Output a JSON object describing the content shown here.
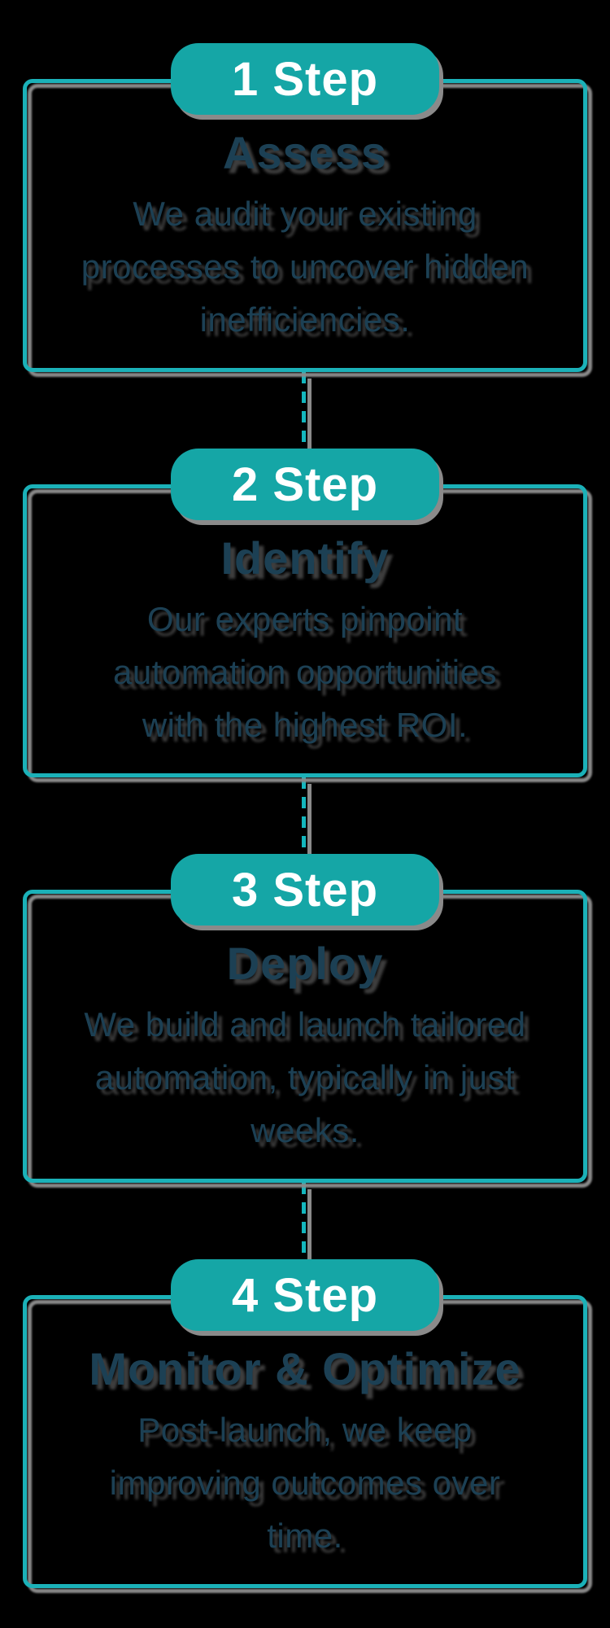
{
  "diagram": {
    "background_color": "#000000",
    "badge_fill_color": "#15A6A6",
    "badge_text_color": "#FFFFFF",
    "card_border_color": "#1BB1B8",
    "connector_color": "#14B7BE",
    "shadow_color": "#8A8A8A",
    "text_color": "#1C4054",
    "steps": [
      {
        "badge_label": "1 Step",
        "title": "Assess",
        "description": "We audit your existing processes to uncover hidden inefficiencies.",
        "lines": [
          "We audit your existing",
          "processes to uncover hidden",
          "inefficiencies."
        ]
      },
      {
        "badge_label": "2 Step",
        "title": "Identify",
        "description": "Our experts pinpoint automation opportunities with the highest ROI.",
        "lines": [
          "Our experts pinpoint",
          "automation opportunities",
          "with the highest ROI."
        ]
      },
      {
        "badge_label": "3 Step",
        "title": "Deploy",
        "description": "We build and launch tailored automation, typically in just weeks.",
        "lines": [
          "We build and launch tailored",
          "automation, typically in just",
          "weeks."
        ]
      },
      {
        "badge_label": "4 Step",
        "title": "Monitor & Optimize",
        "description": "Post-launch, we keep improving outcomes over time.",
        "lines": [
          "Post-launch, we keep",
          "improving outcomes over",
          "time."
        ]
      }
    ]
  }
}
